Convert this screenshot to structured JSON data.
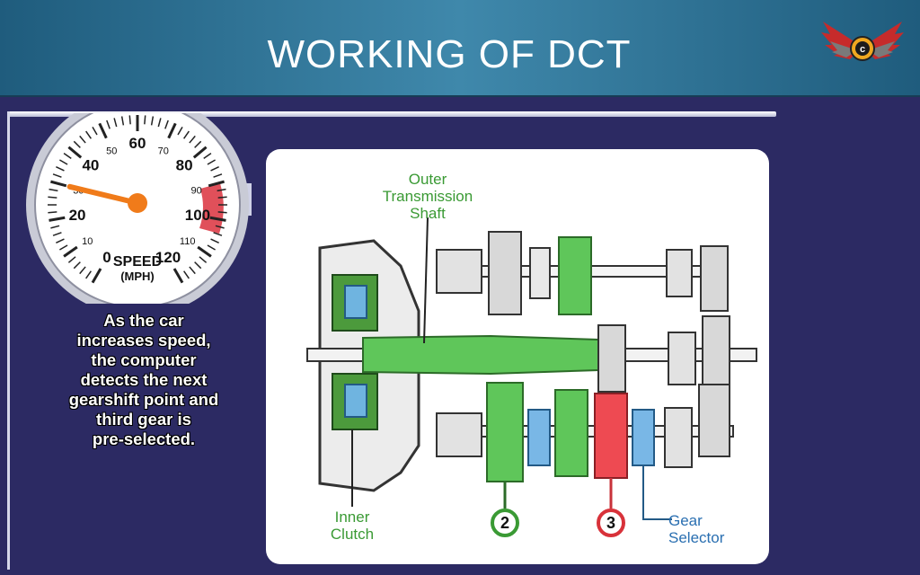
{
  "slide": {
    "title": "WORKING OF DCT",
    "logo": {
      "icon": "winged-c-logo",
      "text": "c"
    },
    "caption": "As the car\nincreases speed,\nthe computer\ndetects the next\ngearshift point and\nthird gear is\npre-selected."
  },
  "gauge": {
    "ticks": [
      "0",
      "10",
      "20",
      "30",
      "40",
      "50",
      "60",
      "70",
      "80",
      "90",
      "100",
      "110",
      "120"
    ],
    "label_line1": "SPEED",
    "label_line2": "(MPH)",
    "needle_value": 30
  },
  "diagram": {
    "outer_shaft": "Outer\nTransmission\nShaft",
    "inner_clutch": "Inner\nClutch",
    "gear2": "2",
    "gear3": "3",
    "gear_selector": "Gear\nSelector"
  },
  "colors": {
    "green": "#5fc65a",
    "red": "#ee4a52",
    "blue": "#79b7e6",
    "grey": "#d9d9d9"
  }
}
